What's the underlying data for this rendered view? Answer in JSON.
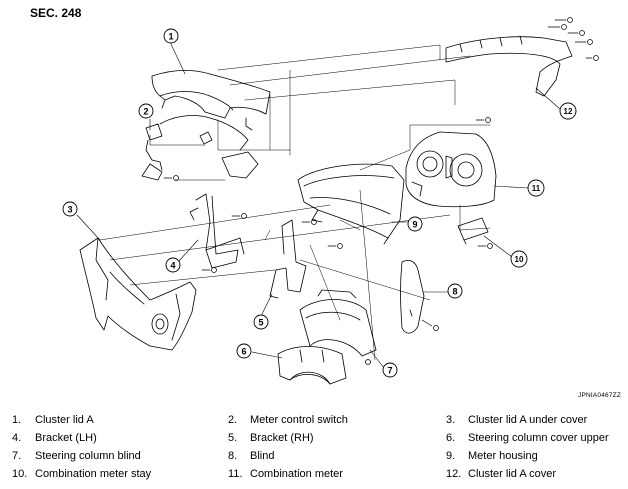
{
  "header": {
    "section": "SEC. 248"
  },
  "reference_code": "JPNIA0467ZZ",
  "callouts": [
    "1",
    "2",
    "3",
    "4",
    "5",
    "6",
    "7",
    "8",
    "9",
    "10",
    "11",
    "12"
  ],
  "legend": [
    {
      "num": "1.",
      "label": "Cluster lid A"
    },
    {
      "num": "2.",
      "label": "Meter control switch"
    },
    {
      "num": "3.",
      "label": "Cluster lid A under cover"
    },
    {
      "num": "4.",
      "label": "Bracket (LH)"
    },
    {
      "num": "5.",
      "label": "Bracket (RH)"
    },
    {
      "num": "6.",
      "label": "Steering column cover upper"
    },
    {
      "num": "7.",
      "label": "Steering column blind"
    },
    {
      "num": "8.",
      "label": "Blind"
    },
    {
      "num": "9.",
      "label": "Meter housing"
    },
    {
      "num": "10.",
      "label": "Combination meter stay"
    },
    {
      "num": "11.",
      "label": "Combination meter"
    },
    {
      "num": "12.",
      "label": "Cluster lid A cover"
    }
  ]
}
